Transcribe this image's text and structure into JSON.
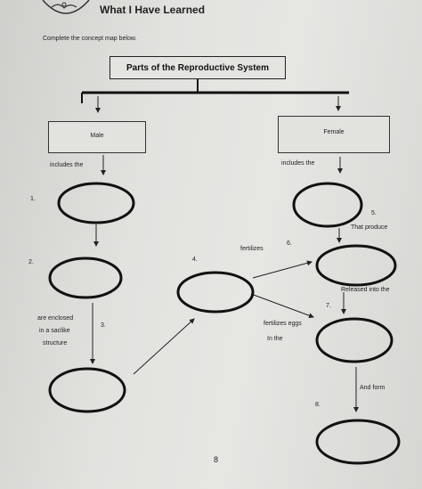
{
  "header": {
    "title": "What I Have Learned"
  },
  "instructions": "Complete the concept map below.",
  "map_title": "Parts of the Reproductive System",
  "male_label": "Male",
  "female_label": "Female",
  "male_includes": "includes the",
  "female_includes": "includes the",
  "labels": {
    "that_produce": "That produce",
    "fertilizes": "fertilizes",
    "released_into_the": "Released into the",
    "fertilizes_eggs": "fertilizes eggs",
    "in_the": "In the",
    "and_form": "And form",
    "are_enclosed": "are enclosed",
    "in_a_saclike": "in a saclike",
    "structure": "structure"
  },
  "numbers": {
    "n1": "1.",
    "n2": "2.",
    "n3": "3.",
    "n4": "4.",
    "n5": "5.",
    "n6": "6.",
    "n7": "7.",
    "n8": "8."
  },
  "page_number": "8"
}
